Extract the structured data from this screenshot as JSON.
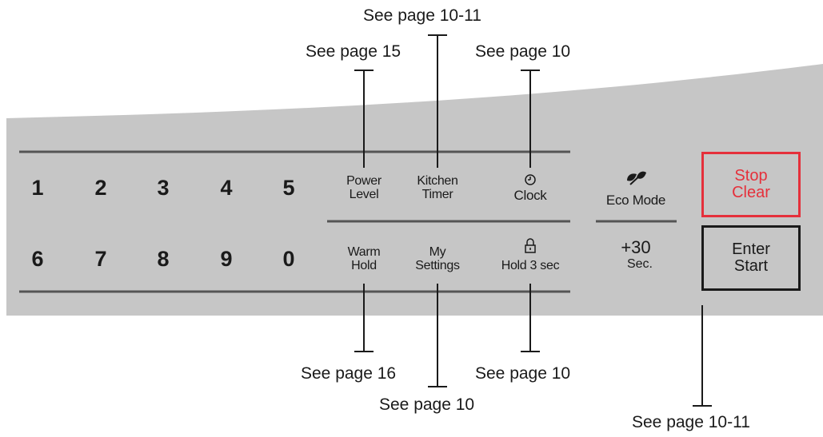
{
  "callouts": {
    "top_kitchen": "See page 10-11",
    "top_power": "See page 15",
    "top_clock": "See page 10",
    "bottom_warm": "See page 16",
    "bottom_settings": "See page 10",
    "bottom_lock": "See page 10",
    "bottom_start": "See page 10-11"
  },
  "keypad": {
    "row1": [
      "1",
      "2",
      "3",
      "4",
      "5"
    ],
    "row2": [
      "6",
      "7",
      "8",
      "9",
      "0"
    ]
  },
  "functions": {
    "power_level": [
      "Power",
      "Level"
    ],
    "kitchen_timer": [
      "Kitchen",
      "Timer"
    ],
    "clock": "Clock",
    "warm_hold": [
      "Warm",
      "Hold"
    ],
    "my_settings": [
      "My",
      "Settings"
    ],
    "lock": "Hold 3 sec"
  },
  "eco": {
    "label": "Eco Mode"
  },
  "plus30": {
    "value": "+30",
    "unit": "Sec."
  },
  "stop": [
    "Stop",
    "Clear"
  ],
  "enter": [
    "Enter",
    "Start"
  ],
  "icons": {
    "clock": "clock-icon",
    "lock": "lock-icon",
    "eco": "eco-leaf-icon"
  },
  "colors": {
    "panel": "#c6c6c6",
    "stop": "#e5303b",
    "text": "#1a1a1a"
  }
}
